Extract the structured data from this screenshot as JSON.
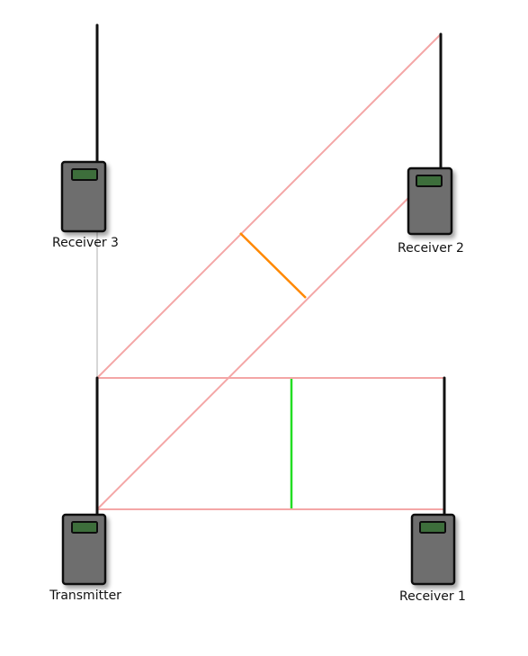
{
  "devices": {
    "transmitter": {
      "label": "Transmitter",
      "icon": "radio-transmitter-icon"
    },
    "receiver_1": {
      "label": "Receiver 1",
      "icon": "radio-receiver-icon"
    },
    "receiver_2": {
      "label": "Receiver 2",
      "icon": "radio-receiver-icon"
    },
    "receiver_3": {
      "label": "Receiver 3",
      "icon": "radio-receiver-icon"
    }
  },
  "colors": {
    "rays": "#f4a6a6",
    "wavefront_horizontal": "#22dd22",
    "wavefront_diagonal": "#ff8800",
    "device_body": "#6e6e6e",
    "device_screen": "#3c6e3a",
    "antenna": "#111111"
  }
}
